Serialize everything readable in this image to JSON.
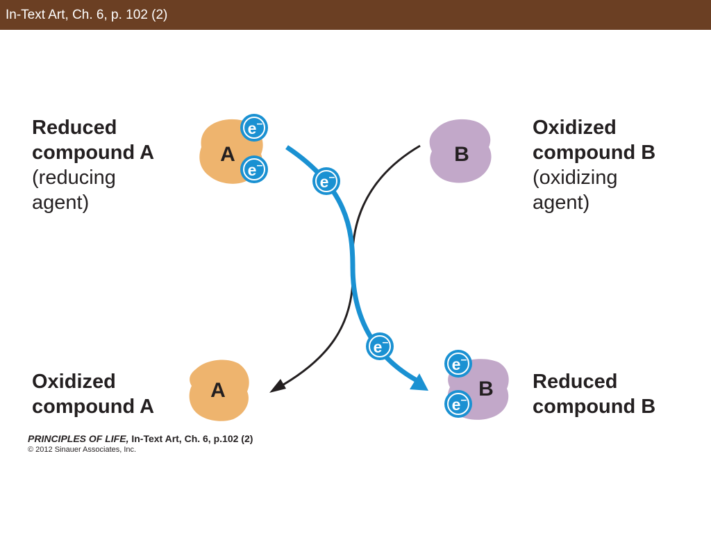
{
  "title_bar": {
    "title": "In-Text Art, Ch. 6, p. 102 (2)"
  },
  "colors": {
    "title_bar": "#6b3f23",
    "compound_a": "#eeb46e",
    "compound_b": "#c2a8c9",
    "electron": "#1a91d2",
    "transfer_arrow": "#1a91d2",
    "return_arrow": "#231f20"
  },
  "labels": {
    "reduced_a": {
      "line1": "Reduced",
      "line2": "compound A",
      "line3": "(reducing",
      "line4": "agent)"
    },
    "oxidized_b": {
      "line1": "Oxidized",
      "line2": "compound B",
      "line3": "(oxidizing",
      "line4": "agent)"
    },
    "oxidized_a": {
      "line1": "Oxidized",
      "line2": "compound A"
    },
    "reduced_b": {
      "line1": "Reduced",
      "line2": "compound B"
    }
  },
  "molecules": {
    "a_top": "A",
    "b_top": "B",
    "a_bottom": "A",
    "b_bottom": "B"
  },
  "electron_label": "e",
  "electron_charge": "–",
  "caption": {
    "book": "PRINCIPLES OF LIFE,",
    "figure": " In-Text Art, Ch. 6, p.102 (2)",
    "copyright": "© 2012 Sinauer Associates, Inc."
  }
}
